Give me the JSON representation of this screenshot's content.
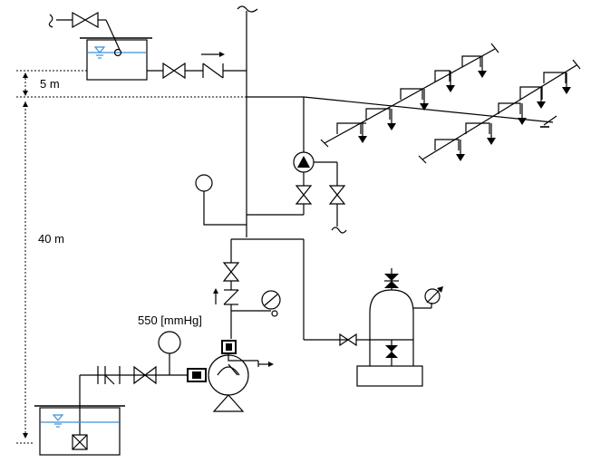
{
  "labels": {
    "height_small": "5 m",
    "height_large": "40 m",
    "suction_pressure": "550 [mmHg]"
  },
  "colors": {
    "line": "#000000",
    "water_level": "#3a8fd8",
    "background": "#ffffff"
  }
}
